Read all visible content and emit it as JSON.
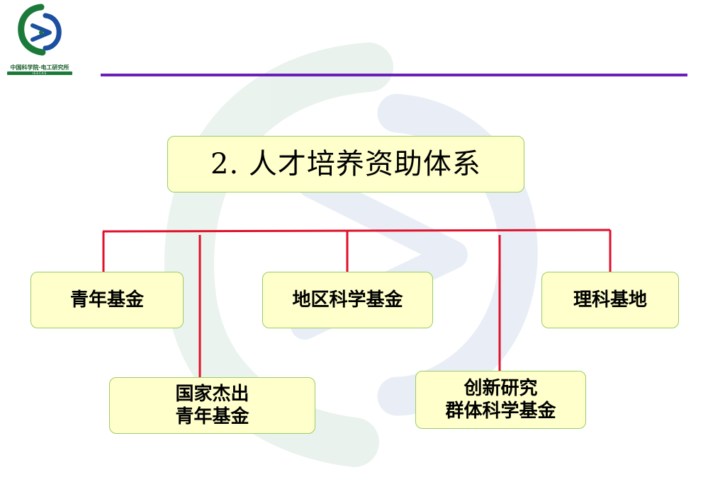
{
  "logo": {
    "org_name": "中国科学院·电工研究所",
    "org_abbr": "IEECAS"
  },
  "title": "2. 人才培养资助体系",
  "nodes": {
    "qingnian": "青年基金",
    "diqu": "地区科学基金",
    "like": "理科基地",
    "guojia_line1": "国家杰出",
    "guojia_line2": "青年基金",
    "chuangxin_line1": "创新研究",
    "chuangxin_line2": "群体科学基金"
  },
  "colors": {
    "connector": "#e0102a",
    "header_rule": "#6a1fb8",
    "box_fill": "#ffffcc",
    "box_border": "#99cc66",
    "logo_green": "#1b7a3a",
    "logo_blue": "#1c4fa0"
  }
}
